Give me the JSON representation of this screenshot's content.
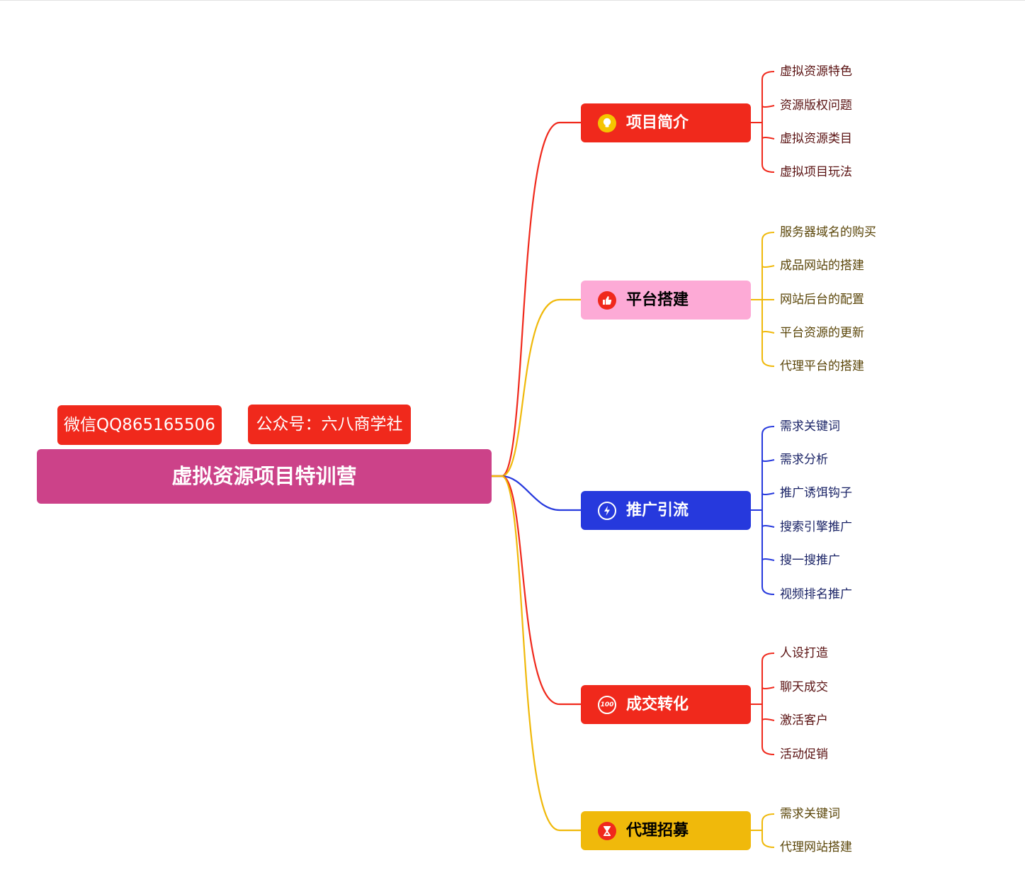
{
  "tags": [
    {
      "text": "微信QQ865165506"
    },
    {
      "text": "公众号：六八商学社"
    }
  ],
  "root": {
    "title": "虚拟资源项目特训营"
  },
  "colors": {
    "red": "#f0291c",
    "pink": "#fdaad6",
    "blue": "#2639dd",
    "yellow": "#f0b90b",
    "root": "#cc4289",
    "leaf_red": "#5a1212",
    "leaf_yellow": "#5a4508",
    "leaf_blue": "#1a2366"
  },
  "branches": [
    {
      "label": "项目简介",
      "icon": "lightbulb-icon",
      "color": "#f0291c",
      "text_color": "#ffffff",
      "leaves": [
        "虚拟资源特色",
        "资源版权问题",
        "虚拟资源类目",
        "虚拟项目玩法"
      ]
    },
    {
      "label": "平台搭建",
      "icon": "thumbs-up-icon",
      "color": "#fdaad6",
      "line_color": "#f0b90b",
      "text_color": "#000000",
      "leaves": [
        "服务器域名的购买",
        "成品网站的搭建",
        "网站后台的配置",
        "平台资源的更新",
        "代理平台的搭建"
      ]
    },
    {
      "label": "推广引流",
      "icon": "lightning-icon",
      "color": "#2639dd",
      "text_color": "#ffffff",
      "leaves": [
        "需求关键词",
        "需求分析",
        "推广诱饵钩子",
        "搜索引擎推广",
        "搜一搜推广",
        "视频排名推广"
      ]
    },
    {
      "label": "成交转化",
      "icon": "hundred-points-icon",
      "color": "#f0291c",
      "text_color": "#ffffff",
      "leaves": [
        "人设打造",
        "聊天成交",
        "激活客户",
        "活动促销"
      ]
    },
    {
      "label": "代理招募",
      "icon": "hourglass-icon",
      "color": "#f0b90b",
      "text_color": "#000000",
      "leaves": [
        "需求关键词",
        "代理网站搭建"
      ]
    }
  ]
}
